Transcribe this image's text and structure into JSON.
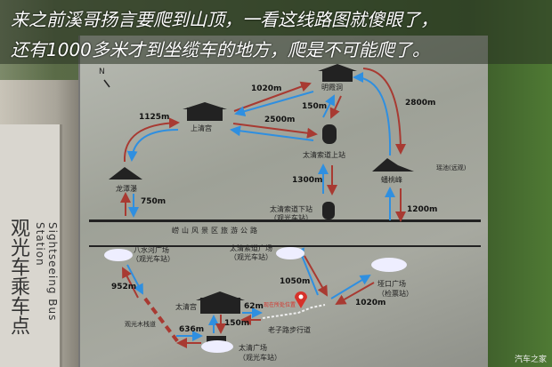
{
  "caption": {
    "line1": "来之前溪哥扬言要爬到山顶，一看这线路图就傻眼了，",
    "line2": "还有1000多米才到坐缆车的地方，爬是不可能爬了。"
  },
  "post": {
    "title_cn": "观光车乘车点",
    "title_en": "Sightseeing Bus Station"
  },
  "map_upper": {
    "north": "N",
    "places": [
      "明霞洞",
      "上清宫",
      "太清索道上站",
      "龙潭瀑",
      "太清索道下站",
      "（观光车站）",
      "蟠桃峰",
      "瑶池(远观)"
    ],
    "distances": [
      "1020m",
      "1125m",
      "2500m",
      "150m",
      "2800m",
      "1300m",
      "750m",
      "1200m"
    ]
  },
  "road_label": "崂山风景区旅游公路",
  "map_lower": {
    "places": [
      "八水河广场",
      "（观光车站）",
      "太清索道广场",
      "（观光车站）",
      "垭口广场",
      "（检票站）",
      "太清宫",
      "太清广场",
      "（观光车站）",
      "观光木栈道",
      "老子路步行道",
      "现在所处位置"
    ],
    "distances": [
      "952m",
      "1050m",
      "62m",
      "150m",
      "636m",
      "1020m"
    ]
  },
  "watermark": "汽车之家",
  "colors": {
    "red_arrow": "#a83a32",
    "blue_arrow": "#2f8fe0",
    "pin": "#d6322a"
  }
}
